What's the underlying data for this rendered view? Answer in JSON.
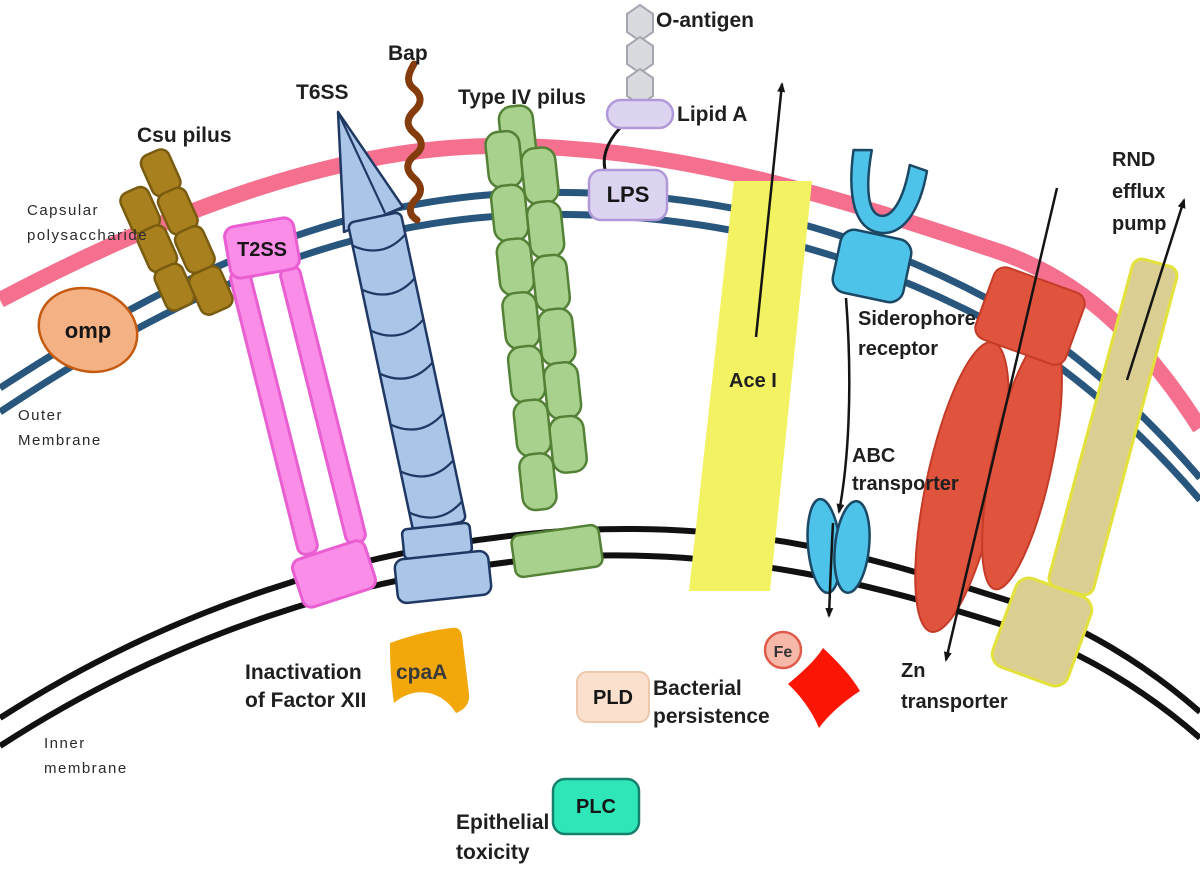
{
  "diagram": "Bacterial cell envelope virulence-factor diagram",
  "labels": {
    "csu_pilus": "Csu pilus",
    "t6ss": "T6SS",
    "bap": "Bap",
    "type_iv_pilus": "Type IV pilus",
    "o_antigen": "O-antigen",
    "lipid_a": "Lipid A",
    "lps": "LPS",
    "t2ss": "T2SS",
    "omp": "omp",
    "capsular_1": "Capsular",
    "capsular_2": "polysaccharide",
    "outer_1": "Outer",
    "outer_2": "Membrane",
    "inner_1": "Inner",
    "inner_2": "membrane",
    "ace": "Ace I",
    "siderophore_1": "Siderophore",
    "siderophore_2": "receptor",
    "abc_1": "ABC",
    "abc_2": "transporter",
    "fe": "Fe",
    "zn_1": "Zn",
    "zn_2": "transporter",
    "rnd_1": "RND",
    "rnd_2": "efflux",
    "rnd_3": "pump",
    "inactivation_1": "Inactivation",
    "inactivation_2": "of Factor XII",
    "cpaa": "cpaA",
    "pld": "PLD",
    "bacterial_1": "Bacterial",
    "bacterial_2": "persistence",
    "plc": "PLC",
    "epithelial_1": "Epithelial",
    "epithelial_2": "toxicity"
  },
  "colors": {
    "capsule": "#f4708e",
    "outer_membrane": "#28567d",
    "inner_membrane": "#111111",
    "csu_pilus": "#a8801e",
    "omp": "#f4b183",
    "t2ss": "#fa8de8",
    "t6ss": "#a9c5e8",
    "bap": "#843c0c",
    "type_iv_pilus": "#a9d18e",
    "o_antigen": "#d9d9e0",
    "lps": "#dcd4f0",
    "ace": "#f3f262",
    "cyan_transporter": "#4ec3ea",
    "zn_red": "#e0533d",
    "rnd_tan": "#dbce93",
    "fe": "#f6b9a9",
    "red_cargo": "#fb1505",
    "cpaa_orange": "#f2a70b",
    "pld": "#fbe0cd",
    "plc": "#2fe6b9",
    "arrow": "#141414"
  }
}
